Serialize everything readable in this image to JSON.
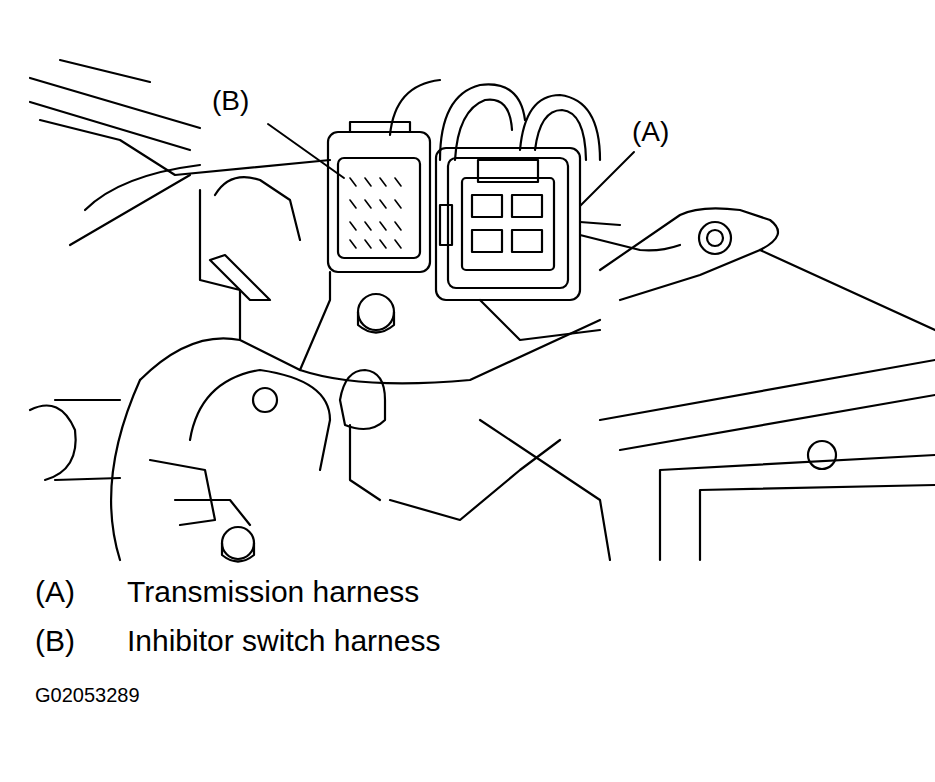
{
  "diagram": {
    "labels": [
      "(B)",
      "(A)",
      "(A)",
      "Transmission harness",
      "(B)",
      "Inhibitor switch harness",
      "G02053289"
    ]
  }
}
